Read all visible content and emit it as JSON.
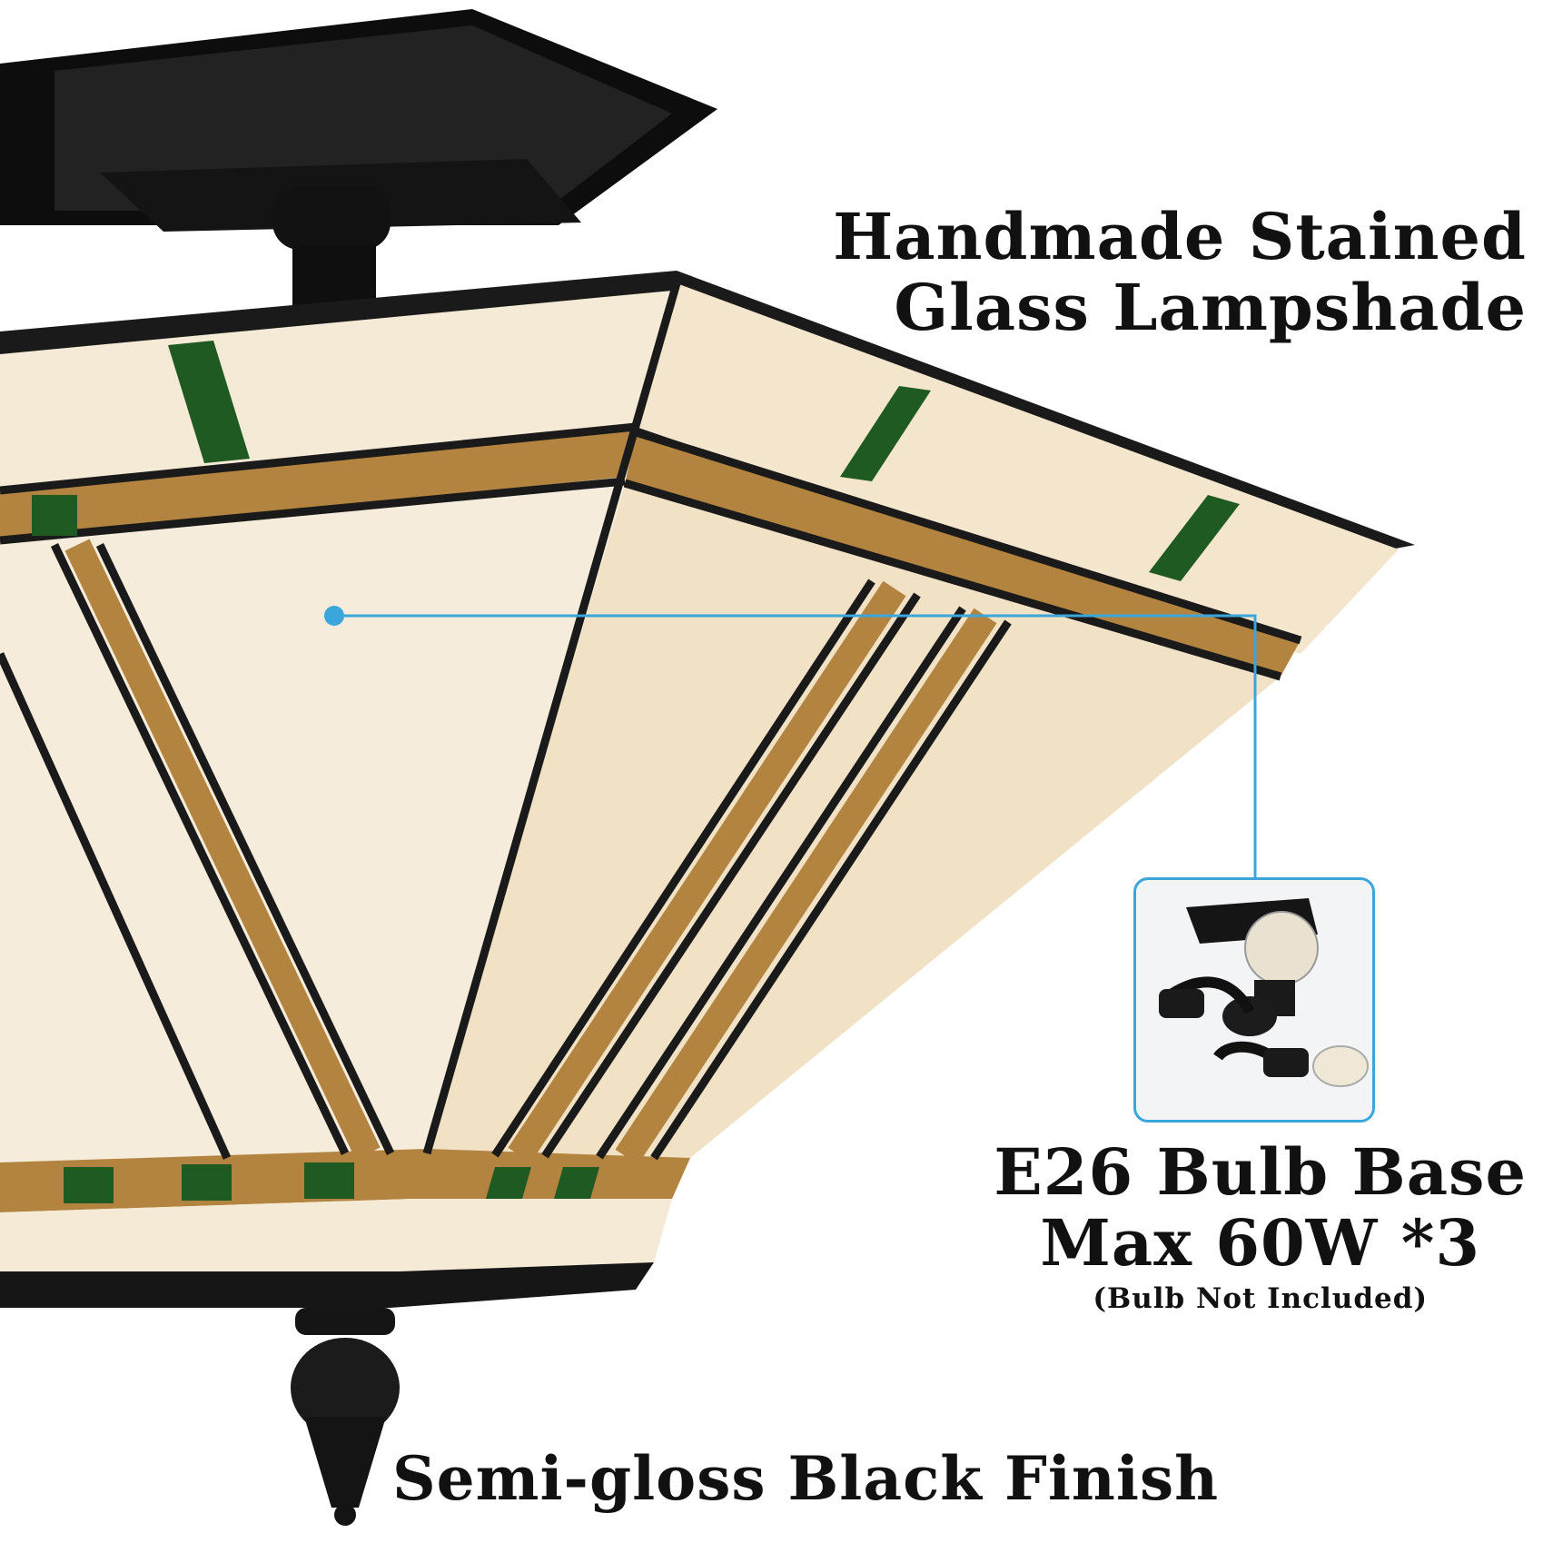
{
  "product_photo": {
    "subject": "stained-glass semi-flush ceiling light",
    "colors": {
      "frame": "#1a1a1a",
      "glass_cream": "#f5ead6",
      "glass_amber": "#b3843f",
      "glass_green": "#1f5a22",
      "callout_line": "#3aa6db"
    }
  },
  "captions": {
    "shade_line1": "Handmade Stained",
    "shade_line2": "Glass Lampshade",
    "bulb_line1": "E26 Bulb Base",
    "bulb_line2": "Max 60W *3",
    "bulb_note": "(Bulb Not Included)",
    "finish": "Semi-gloss Black Finish"
  }
}
